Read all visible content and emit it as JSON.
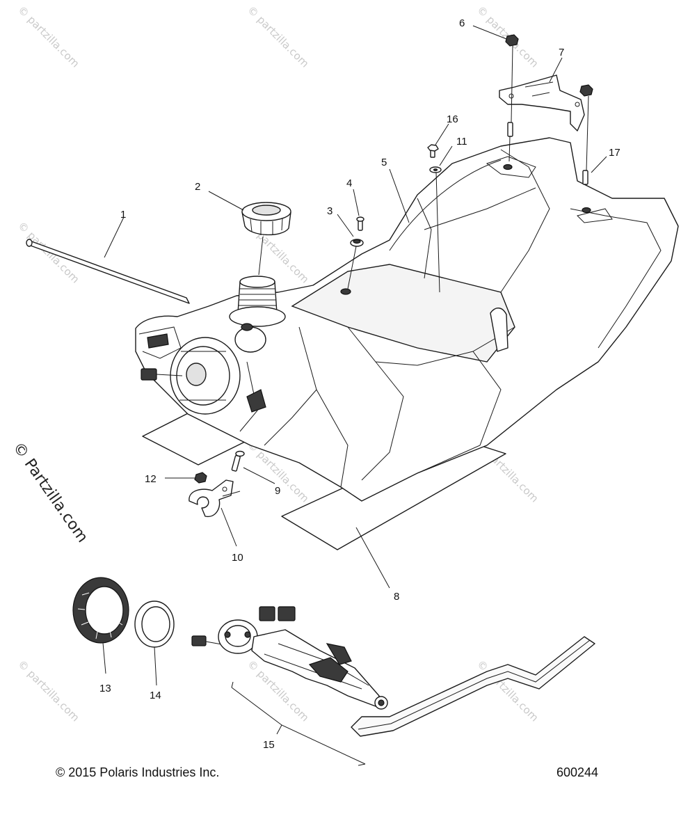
{
  "callouts": [
    {
      "id": "1",
      "label": "1"
    },
    {
      "id": "2",
      "label": "2"
    },
    {
      "id": "3",
      "label": "3"
    },
    {
      "id": "4",
      "label": "4"
    },
    {
      "id": "5",
      "label": "5"
    },
    {
      "id": "6",
      "label": "6"
    },
    {
      "id": "7",
      "label": "7"
    },
    {
      "id": "8",
      "label": "8"
    },
    {
      "id": "9",
      "label": "9"
    },
    {
      "id": "10",
      "label": "10"
    },
    {
      "id": "11",
      "label": "11"
    },
    {
      "id": "12",
      "label": "12"
    },
    {
      "id": "13",
      "label": "13"
    },
    {
      "id": "14",
      "label": "14"
    },
    {
      "id": "15",
      "label": "15"
    },
    {
      "id": "16",
      "label": "16"
    },
    {
      "id": "17",
      "label": "17"
    }
  ],
  "watermark": {
    "text": "© partzilla.com",
    "side_text": "© Partzilla.com"
  },
  "footer": {
    "copyright": "© 2015 Polaris Industries Inc.",
    "diagram_number": "600244"
  }
}
